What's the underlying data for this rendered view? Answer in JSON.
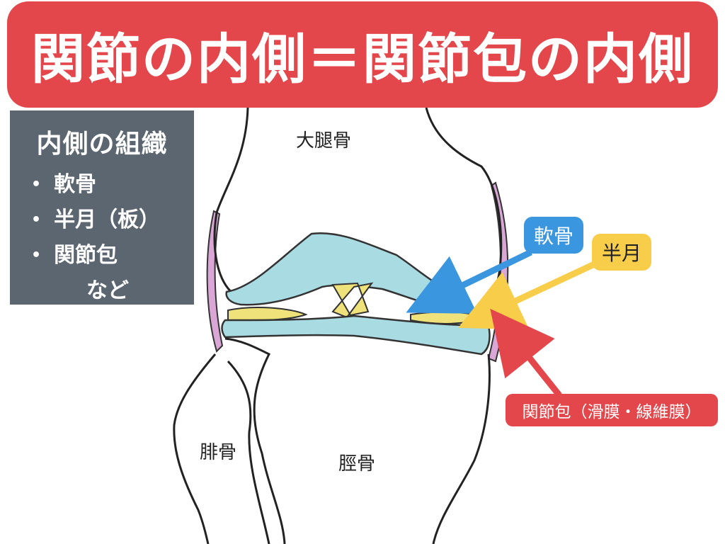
{
  "title": "関節の内側＝関節包の内側",
  "info": {
    "heading": "内側の組織",
    "items": [
      {
        "bullet": "•",
        "text": "軟骨"
      },
      {
        "bullet": "•",
        "text": "半月（板）"
      },
      {
        "bullet": "•",
        "text": "関節包"
      },
      {
        "bullet": "",
        "text": "など"
      }
    ]
  },
  "bones": {
    "femur": "大腿骨",
    "fibula": "腓骨",
    "tibia": "脛骨"
  },
  "tags": {
    "cartilage": "軟骨",
    "meniscus": "半月",
    "capsule": "関節包（滑膜・線維膜）"
  },
  "colors": {
    "title_bg": "#e4474b",
    "info_bg": "#5c6670",
    "cartilage": "#a9dbe3",
    "meniscus": "#efe27a",
    "capsule": "#d9a6d6",
    "arrow_blue": "#3b96e0",
    "arrow_yellow": "#f8cd4a",
    "arrow_red": "#e4474b"
  }
}
